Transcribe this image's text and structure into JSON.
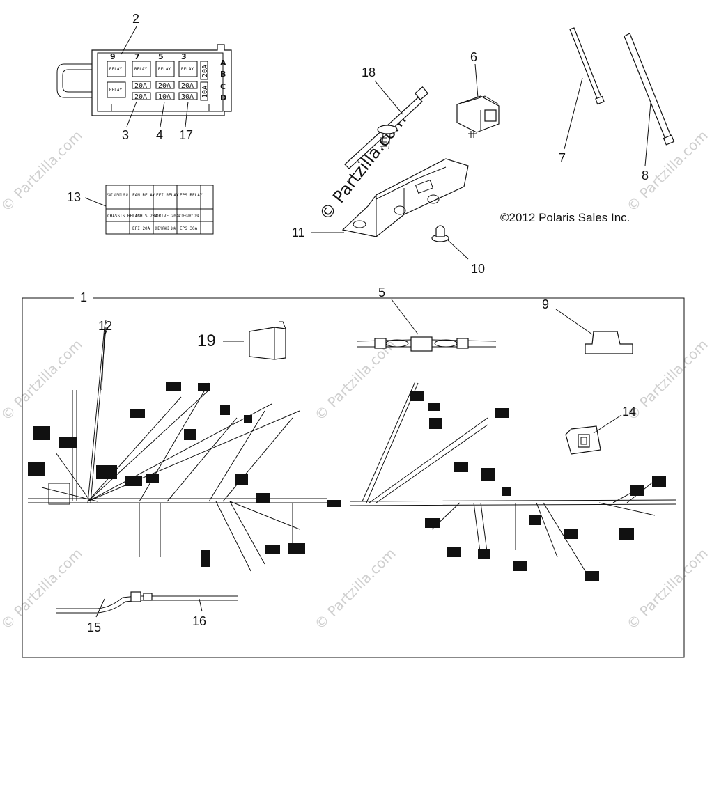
{
  "diagram": {
    "copyright": "©2012 Polaris Sales Inc.",
    "watermark": "© Partzilla.com",
    "callouts": [
      "1",
      "2",
      "3",
      "4",
      "5",
      "6",
      "7",
      "8",
      "9",
      "10",
      "11",
      "12",
      "13",
      "14",
      "15",
      "16",
      "17",
      "18",
      "19"
    ],
    "fuse_box": {
      "slot_numbers": [
        "9",
        "7",
        "5",
        "3"
      ],
      "row_letters": [
        "A",
        "B",
        "C",
        "D"
      ],
      "relay_labels": [
        "RELAY",
        "RELAY",
        "RELAY",
        "RELAY",
        "RELAY"
      ],
      "row_c_fuses": [
        "20A",
        "20A",
        "20A"
      ],
      "row_d_fuses": [
        "20A",
        "10A",
        "30A"
      ],
      "side_fuses": [
        "20A",
        "10A"
      ]
    },
    "fuse_label": {
      "cells": [
        "START SOLENOID RELAY",
        "FAN RELAY",
        "EFI RELAY",
        "EPS RELAY",
        "CHASSIS RELAY",
        "LIGHTS 20A",
        "DRIVE 20A",
        "ACCESSORY 20A",
        "",
        "EFI 20A",
        "ONE/BRAKE 10A",
        "EPS 30A"
      ]
    }
  }
}
